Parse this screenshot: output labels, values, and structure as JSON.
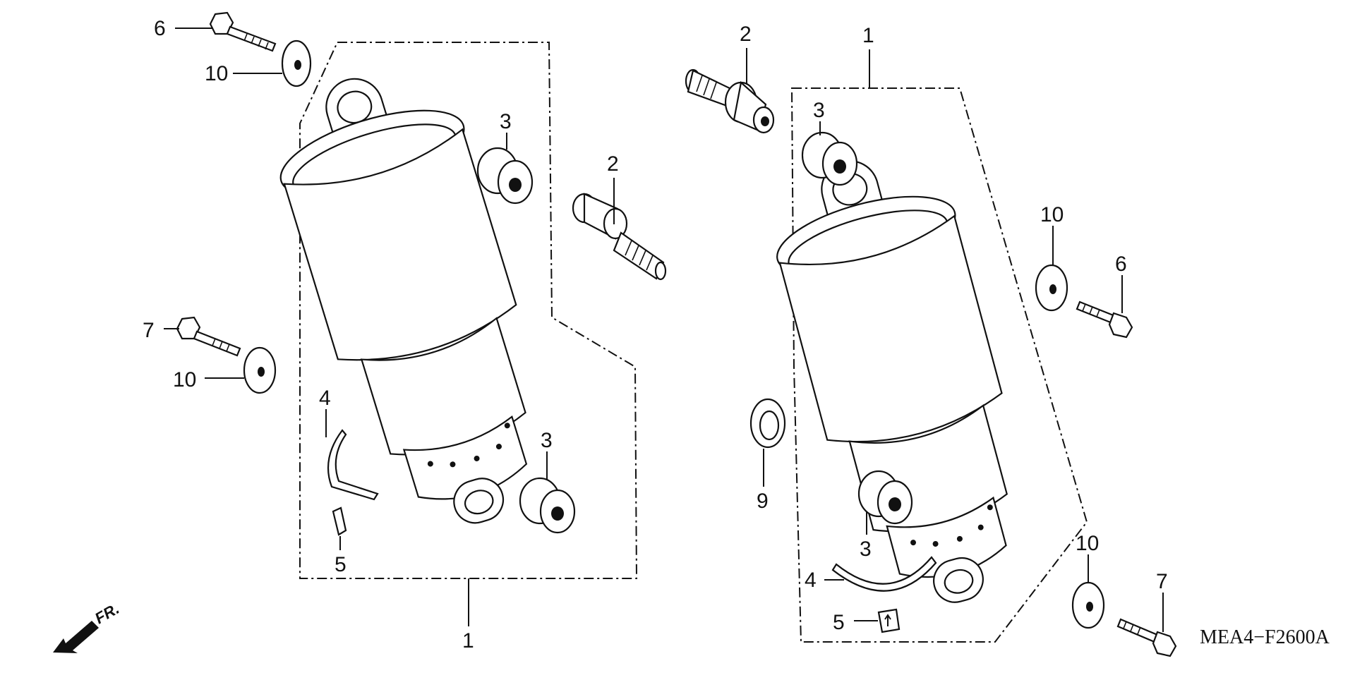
{
  "diagram": {
    "code": "MEA4−F2600A",
    "direction_label": "FR.",
    "callouts": [
      {
        "id": "left-6",
        "text": "6"
      },
      {
        "id": "left-10-top",
        "text": "10"
      },
      {
        "id": "left-7",
        "text": "7"
      },
      {
        "id": "left-10-mid",
        "text": "10"
      },
      {
        "id": "left-4",
        "text": "4"
      },
      {
        "id": "left-5",
        "text": "5"
      },
      {
        "id": "left-1",
        "text": "1"
      },
      {
        "id": "left-3-top",
        "text": "3"
      },
      {
        "id": "left-3-bottom",
        "text": "3"
      },
      {
        "id": "center-2-lower",
        "text": "2"
      },
      {
        "id": "center-2-upper",
        "text": "2"
      },
      {
        "id": "right-1",
        "text": "1"
      },
      {
        "id": "right-3-top",
        "text": "3"
      },
      {
        "id": "right-10-top",
        "text": "10"
      },
      {
        "id": "right-6",
        "text": "6"
      },
      {
        "id": "right-9",
        "text": "9"
      },
      {
        "id": "right-3-bottom",
        "text": "3"
      },
      {
        "id": "right-4",
        "text": "4"
      },
      {
        "id": "right-5",
        "text": "5"
      },
      {
        "id": "right-10-bottom",
        "text": "10"
      },
      {
        "id": "right-7",
        "text": "7"
      }
    ]
  }
}
